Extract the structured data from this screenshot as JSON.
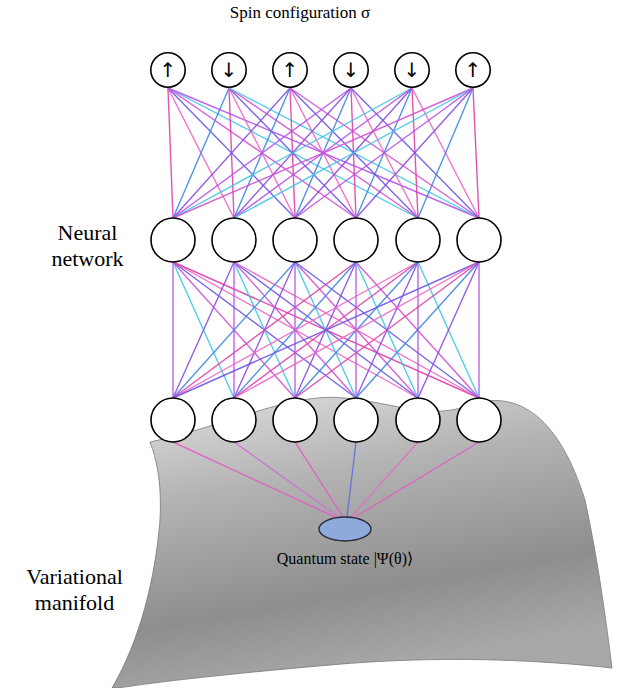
{
  "diagram": {
    "nodes": [
      {
        "text": [
          "↑"
        ]
      },
      {
        "text": [
          "↓"
        ]
      },
      {
        "text": [
          "↑"
        ]
      },
      {
        "text": [
          "↓"
        ]
      },
      {
        "text": [
          "↓"
        ]
      },
      {
        "text": [
          "↑"
        ]
      },
      {
        "text": [
          "Quantum state |Ψ(θ)⟩"
        ]
      }
    ],
    "labels": [
      "Spin configuration σ",
      "Neural network",
      "Variational manifold"
    ]
  }
}
